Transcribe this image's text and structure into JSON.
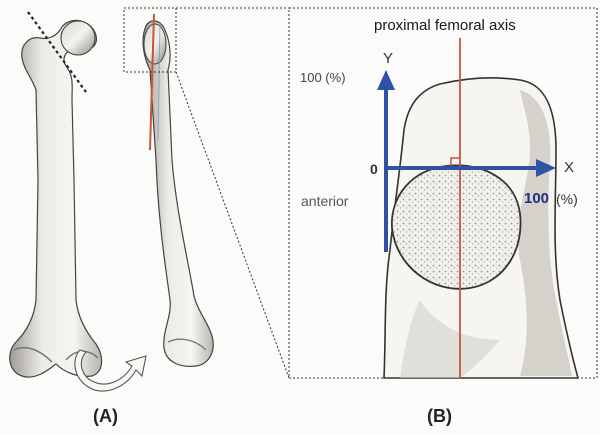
{
  "labels": {
    "axis_title": "proximal femoral axis",
    "y_percent": "100 (%)",
    "y_axis": "Y",
    "x_axis": "X",
    "origin": "0",
    "anterior": "anterior",
    "x_percent_value": "100",
    "x_percent_unit": "(%)",
    "panel_a": "(A)",
    "panel_b": "(B)"
  },
  "colors": {
    "axis_line": "#c8553a",
    "coordinate_arrows": "#2f52a6",
    "bone_outline": "#333333",
    "bone_fill": "#eceae4",
    "shading": "#b9b6ae",
    "dashed_cut": "#222222"
  }
}
